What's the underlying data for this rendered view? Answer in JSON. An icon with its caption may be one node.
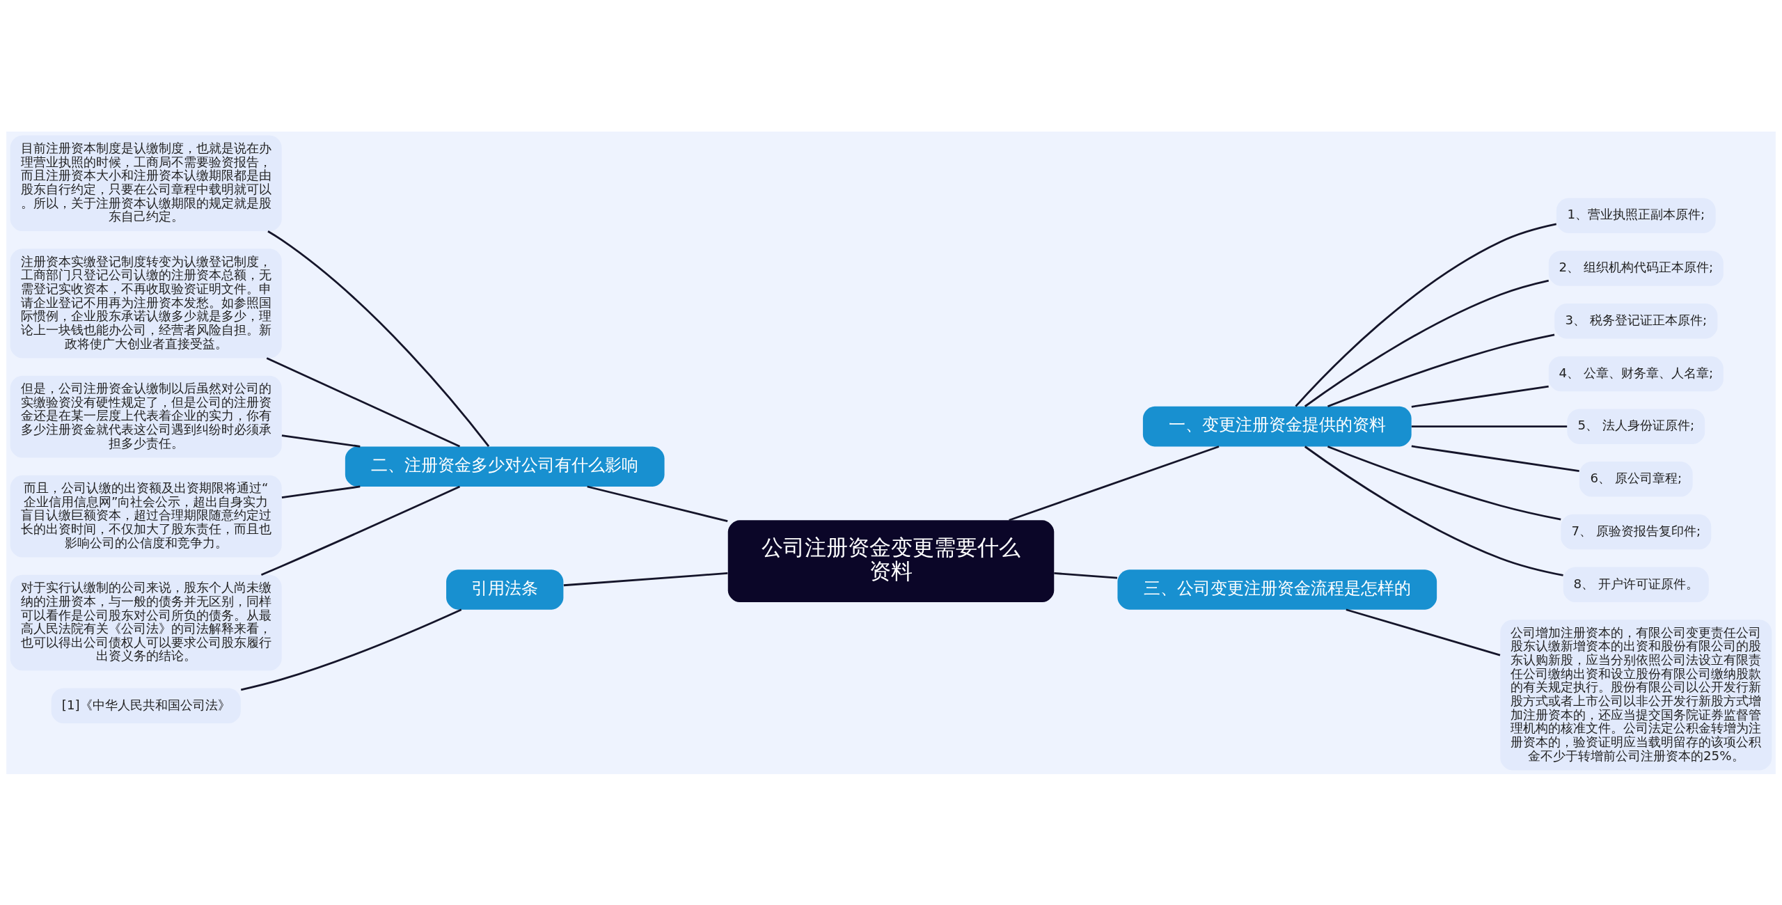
{
  "diagram": {
    "nodes": [
      {
        "text": [
          "公司注册资金变更需要什么资料"
        ]
      },
      {
        "text": [
          "一、变更注册资金提供的资料"
        ]
      },
      {
        "text": [
          "1、营业执照正副本原件;"
        ]
      },
      {
        "text": [
          "2、 组织机构代码正本原件;"
        ]
      },
      {
        "text": [
          "3、 税务登记证正本原件;"
        ]
      },
      {
        "text": [
          "4、 公章、财务章、人名章;"
        ]
      },
      {
        "text": [
          "5、 法人身份证原件;"
        ]
      },
      {
        "text": [
          "6、 原公司章程;"
        ]
      },
      {
        "text": [
          "7、 原验资报告复印件;"
        ]
      },
      {
        "text": [
          "8、 开户许可证原件。"
        ]
      },
      {
        "text": [
          "二、注册资金多少对公司有什么影响"
        ]
      },
      {
        "text": [
          "目前注册资本制度是认缴制度，也就是说在办理营业执照的时候，工商局不需要验资报告，而且注册资本大小和注册资本认缴期限都是由股东自行约定，只要在公司章程中载明就可以。所以，关于注册资本认缴期限的规定就是股东自己约定。"
        ]
      },
      {
        "text": [
          "注册资本实缴登记制度转变为认缴登记制度，工商部门只登记公司认缴的注册资本总额，无需登记实收资本，不再收取验资证明文件。申请企业登记不用再为注册资本发愁。如参照国际惯例，企业股东承诺认缴多少就是多少，理论上一块钱也能办公司，经营者风险自担。新政将使广大创业者直接受益。"
        ]
      },
      {
        "text": [
          "但是，公司注册资金认缴制以后虽然对公司的实缴验资没有硬性规定了，但是公司的注册资金还是在某一层度上代表着企业的实力，你有多少注册资金就代表这公司遇到纠纷时必须承担多少责任。"
        ]
      },
      {
        "text": [
          "而且，公司认缴的出资额及出资期限将通过“企业信用信息网”向社会公示，超出自身实力盲目认缴巨额资本，超过合理期限随意约定过长的出资时间，不仅加大了股东责任，而且也影响公司的公信度和竞争力。"
        ]
      },
      {
        "text": [
          "对于实行认缴制的公司来说，股东个人尚未缴纳的注册资本，与一般的债务并无区别，同样可以看作是公司股东对公司所负的债务。从最高人民法院有关《公司法》的司法解释来看，也可以得出公司债权人可以要求公司股东履行出资义务的结论。"
        ]
      },
      {
        "text": [
          "三、公司变更注册资金流程是怎样的"
        ]
      },
      {
        "text": [
          "公司增加注册资本的，有限公司变更责任公司股东认缴新增资本的出资和股份有限公司的股东认购新股，应当分别依照公司法设立有限责任公司缴纳出资和设立股份有限公司缴纳股款的有关规定执行。股份有限公司以公开发行新股方式或者上市公司以非公开发行新股方式增加注册资本的，还应当提交国务院证券监督管理机构的核准文件。公司法定公积金转增为注册资本的，验资证明应当载明留存的该项公积金不少于转增前公司注册资本的25%。"
        ]
      },
      {
        "text": [
          "引用法条"
        ]
      },
      {
        "text": [
          "[1]《中华人民共和国公司法》"
        ]
      }
    ],
    "edges": [
      {
        "from": 0,
        "to": 1,
        "arrow": "none"
      },
      {
        "from": 1,
        "to": 2,
        "arrow": "none"
      },
      {
        "from": 1,
        "to": 3,
        "arrow": "none"
      },
      {
        "from": 1,
        "to": 4,
        "arrow": "none"
      },
      {
        "from": 1,
        "to": 5,
        "arrow": "none"
      },
      {
        "from": 1,
        "to": 6,
        "arrow": "none"
      },
      {
        "from": 1,
        "to": 7,
        "arrow": "none"
      },
      {
        "from": 1,
        "to": 8,
        "arrow": "none"
      },
      {
        "from": 1,
        "to": 9,
        "arrow": "none"
      },
      {
        "from": 0,
        "to": 10,
        "arrow": "none"
      },
      {
        "from": 10,
        "to": 11,
        "arrow": "none"
      },
      {
        "from": 10,
        "to": 12,
        "arrow": "none"
      },
      {
        "from": 10,
        "to": 13,
        "arrow": "none"
      },
      {
        "from": 10,
        "to": 14,
        "arrow": "none"
      },
      {
        "from": 10,
        "to": 15,
        "arrow": "none"
      },
      {
        "from": 0,
        "to": 16,
        "arrow": "none"
      },
      {
        "from": 16,
        "to": 17,
        "arrow": "none"
      },
      {
        "from": 0,
        "to": 18,
        "arrow": "none"
      },
      {
        "from": 18,
        "to": 19,
        "arrow": "none"
      }
    ]
  }
}
